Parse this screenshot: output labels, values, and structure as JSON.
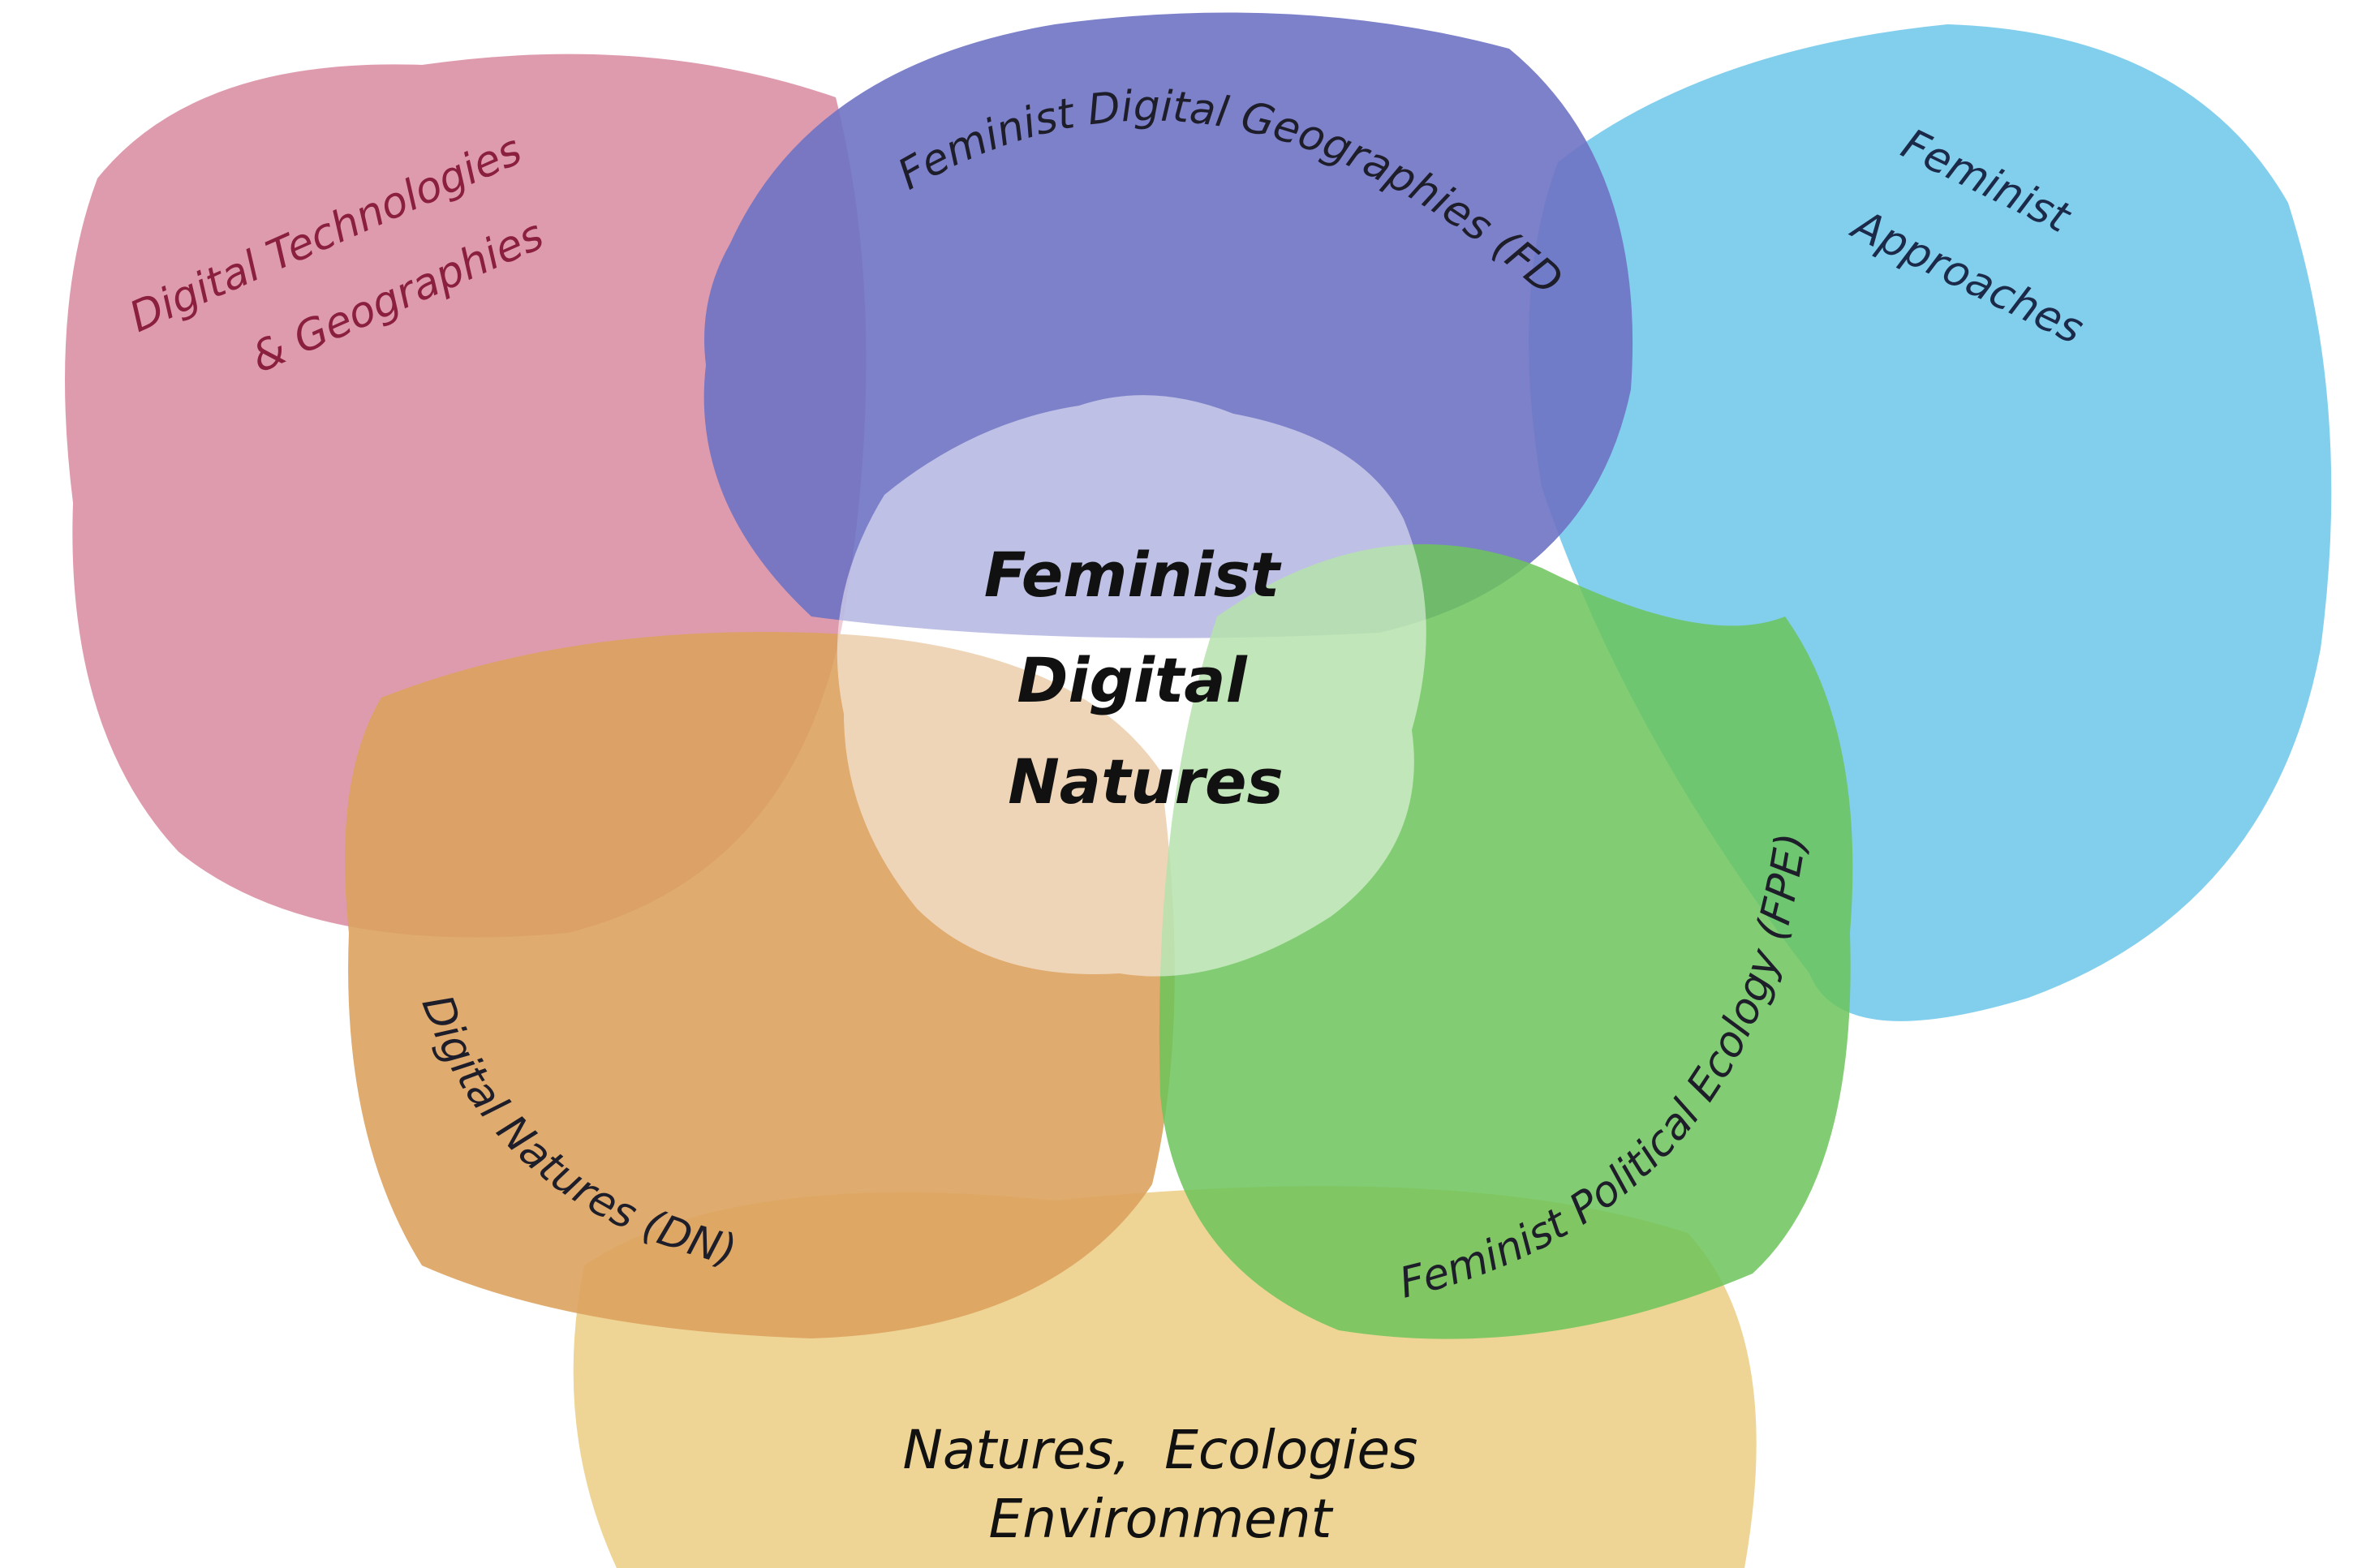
{
  "title": "Feminist Digital Natures",
  "center_label": [
    "Feminist",
    "Digital",
    "Natures"
  ],
  "circles": {
    "digital_technologies": {
      "lines": [
        "Digital Technologies",
        "& Geographies"
      ],
      "color": "#d98aa0"
    },
    "feminist_digital_geographies": {
      "label": "Feminist Digital Geographies (FDG)",
      "color": "#6f73c4"
    },
    "feminist_approaches": {
      "lines": [
        "Feminist",
        "Approaches"
      ],
      "color": "#6cc6ea"
    },
    "digital_natures": {
      "label": "Digital Natures (DN)",
      "color": "#dca25e"
    },
    "feminist_political_ecology": {
      "label": "Feminist Political Ecology (FPE)",
      "color": "#6cc45a"
    },
    "natures_ecologies": {
      "lines": [
        "Natures,  Ecologies",
        "Environment"
      ],
      "color": "#ecd08a"
    }
  }
}
